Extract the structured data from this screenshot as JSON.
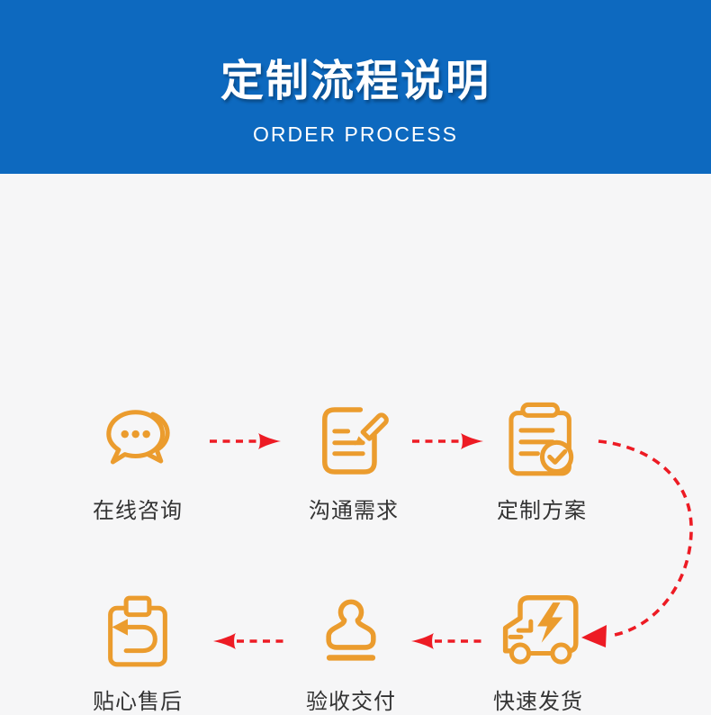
{
  "header": {
    "title": "定制流程说明",
    "subtitle": "ORDER PROCESS",
    "bg_color": "#0d69bf",
    "text_color": "#ffffff"
  },
  "flow": {
    "icon_color": "#EB9C2E",
    "arrow_color": "#ED1B24",
    "arrow_style": "dashed",
    "steps": [
      {
        "label": "在线咨询",
        "icon": "chat-icon"
      },
      {
        "label": "沟通需求",
        "icon": "document-edit-icon"
      },
      {
        "label": "定制方案",
        "icon": "clipboard-check-icon"
      },
      {
        "label": "贴心售后",
        "icon": "clipboard-return-icon"
      },
      {
        "label": "验收交付",
        "icon": "stamp-icon"
      },
      {
        "label": "快速发货",
        "icon": "truck-icon"
      }
    ],
    "sequence": [
      "在线咨询",
      "沟通需求",
      "定制方案",
      "快速发货",
      "验收交付",
      "贴心售后"
    ]
  },
  "page": {
    "bg_color": "#f6f6f7",
    "label_color": "#333333"
  }
}
